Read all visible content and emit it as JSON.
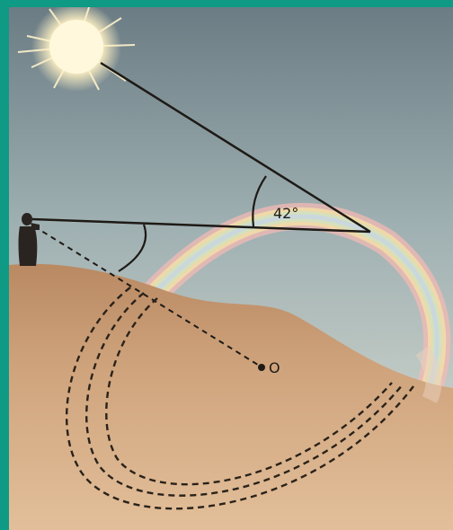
{
  "diagram": {
    "angle_label": "42°",
    "center_label": "O"
  },
  "colors": {
    "frame": "#0f9a85",
    "sky_top": "#6f7f86",
    "sky_bottom": "#b6c2c0",
    "ground": "#c79a72",
    "ground_dark": "#a97c56",
    "lines": "#1e1a16",
    "sun": "#fff6cf"
  },
  "elements": [
    "sun",
    "observer",
    "rainbow-arc",
    "shadow-line",
    "angle-arc-42",
    "antisolar-point-o",
    "dashed-circles"
  ]
}
